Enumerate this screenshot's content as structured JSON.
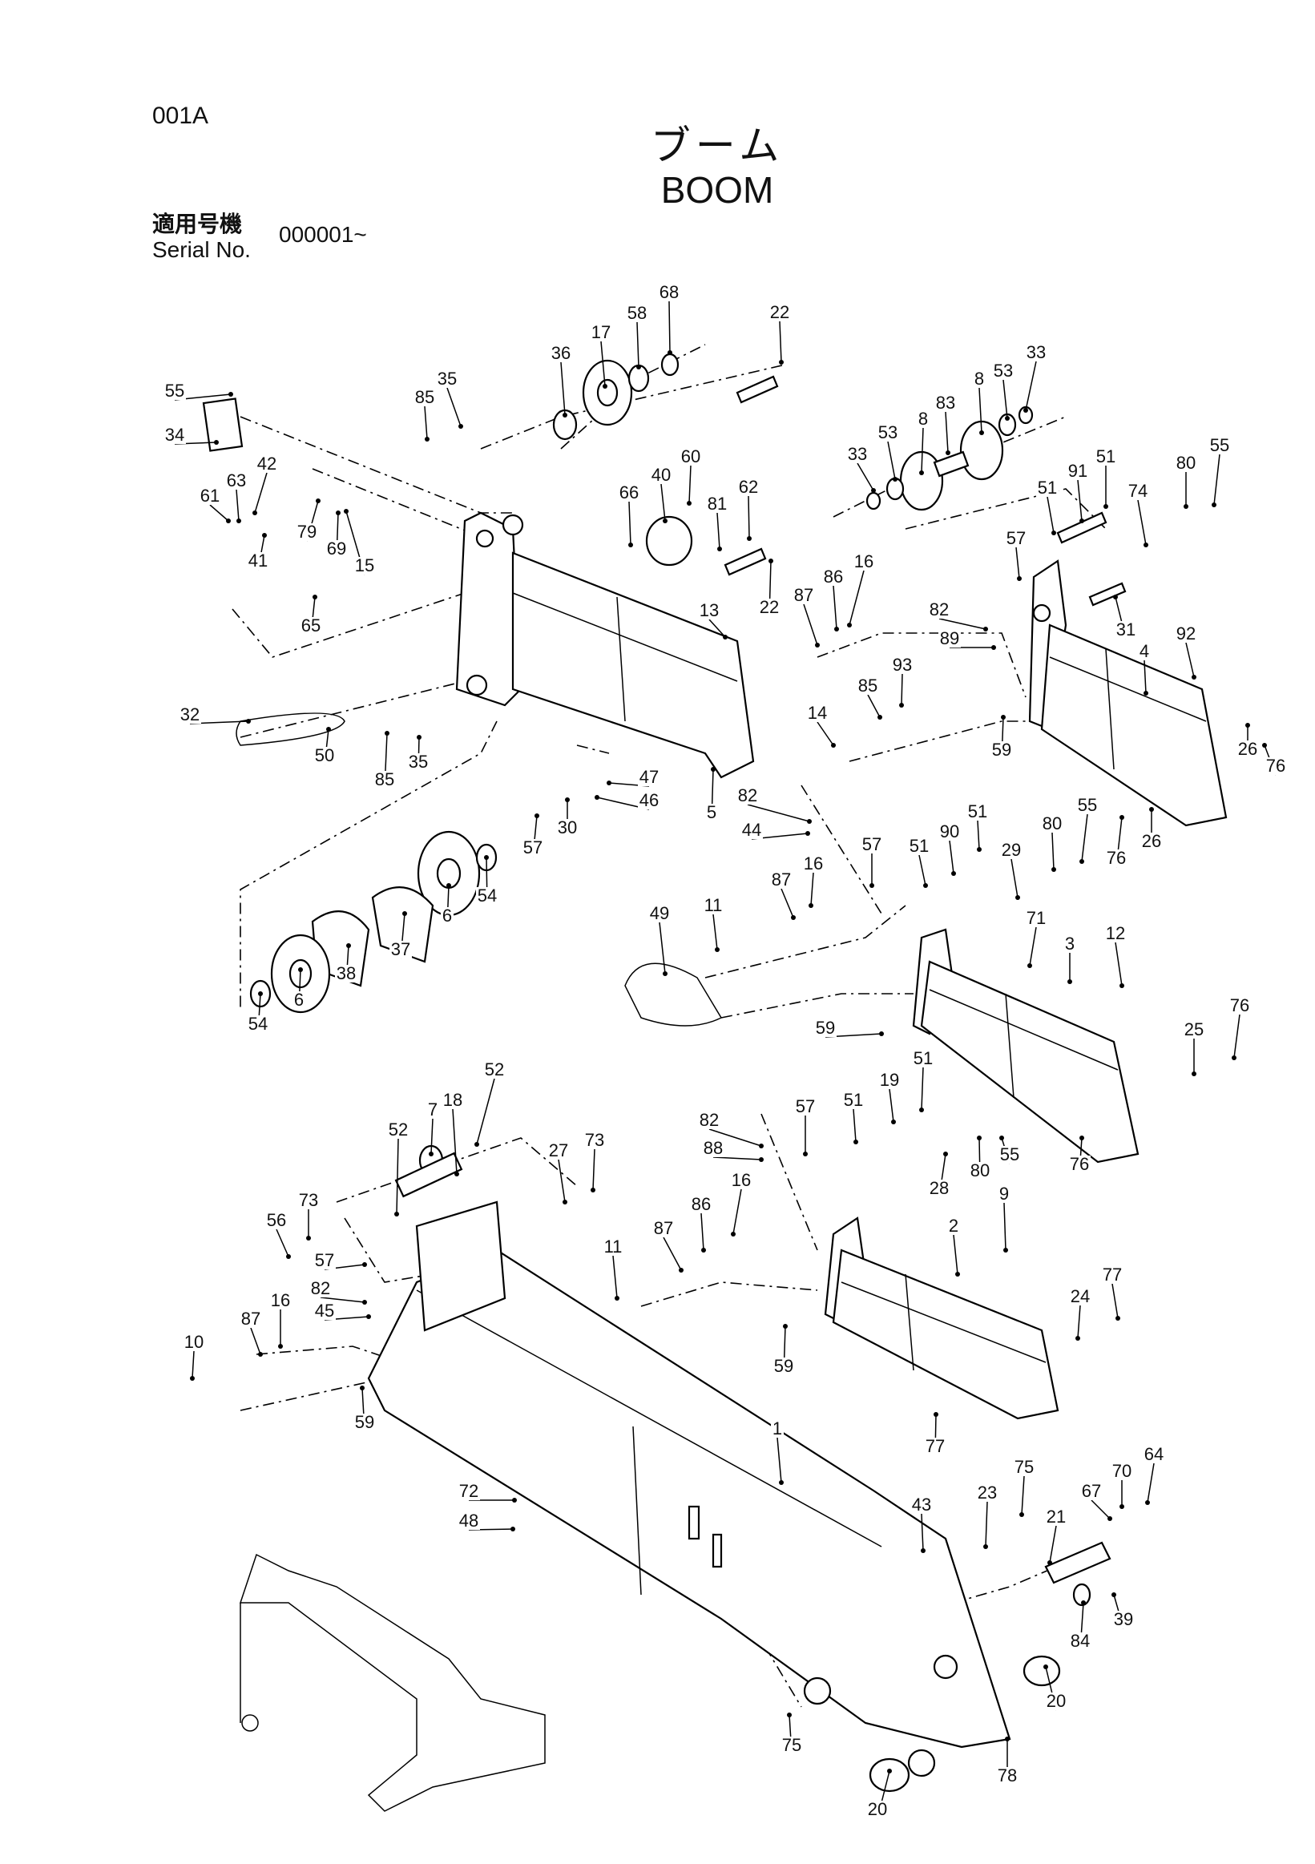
{
  "header": {
    "code": "001A",
    "title_ja": "ブーム",
    "title_en": "BOOM",
    "serial_label_ja": "適用号機",
    "serial_label_en": "Serial No.",
    "serial_value": "000001~"
  },
  "callouts": [
    {
      "n": "55",
      "t": [
        218,
        495
      ],
      "p": [
        288,
        492
      ]
    },
    {
      "n": "34",
      "t": [
        218,
        550
      ],
      "p": [
        270,
        552
      ]
    },
    {
      "n": "35",
      "t": [
        558,
        480
      ],
      "p": [
        575,
        532
      ]
    },
    {
      "n": "85",
      "t": [
        530,
        503
      ],
      "p": [
        533,
        548
      ]
    },
    {
      "n": "36",
      "t": [
        700,
        448
      ],
      "p": [
        705,
        518
      ]
    },
    {
      "n": "17",
      "t": [
        750,
        422
      ],
      "p": [
        755,
        482
      ]
    },
    {
      "n": "58",
      "t": [
        795,
        398
      ],
      "p": [
        797,
        458
      ]
    },
    {
      "n": "68",
      "t": [
        835,
        372
      ],
      "p": [
        836,
        440
      ]
    },
    {
      "n": "22",
      "t": [
        973,
        397
      ],
      "p": [
        975,
        452
      ]
    },
    {
      "n": "61",
      "t": [
        262,
        626
      ],
      "p": [
        285,
        650
      ]
    },
    {
      "n": "63",
      "t": [
        295,
        607
      ],
      "p": [
        298,
        650
      ]
    },
    {
      "n": "42",
      "t": [
        333,
        586
      ],
      "p": [
        318,
        640
      ]
    },
    {
      "n": "41",
      "t": [
        322,
        707
      ],
      "p": [
        330,
        668
      ]
    },
    {
      "n": "79",
      "t": [
        383,
        671
      ],
      "p": [
        397,
        625
      ]
    },
    {
      "n": "69",
      "t": [
        420,
        692
      ],
      "p": [
        422,
        640
      ]
    },
    {
      "n": "15",
      "t": [
        455,
        713
      ],
      "p": [
        432,
        638
      ]
    },
    {
      "n": "66",
      "t": [
        785,
        622
      ],
      "p": [
        787,
        680
      ]
    },
    {
      "n": "40",
      "t": [
        825,
        600
      ],
      "p": [
        830,
        650
      ]
    },
    {
      "n": "60",
      "t": [
        862,
        577
      ],
      "p": [
        860,
        628
      ]
    },
    {
      "n": "62",
      "t": [
        934,
        615
      ],
      "p": [
        935,
        672
      ]
    },
    {
      "n": "81",
      "t": [
        895,
        636
      ],
      "p": [
        898,
        685
      ]
    },
    {
      "n": "22",
      "t": [
        960,
        765
      ],
      "p": [
        962,
        700
      ]
    },
    {
      "n": "65",
      "t": [
        388,
        788
      ],
      "p": [
        393,
        745
      ]
    },
    {
      "n": "13",
      "t": [
        885,
        769
      ],
      "p": [
        905,
        795
      ]
    },
    {
      "n": "32",
      "t": [
        237,
        899
      ],
      "p": [
        310,
        900
      ]
    },
    {
      "n": "50",
      "t": [
        405,
        950
      ],
      "p": [
        410,
        910
      ]
    },
    {
      "n": "85",
      "t": [
        480,
        980
      ],
      "p": [
        483,
        915
      ]
    },
    {
      "n": "35",
      "t": [
        522,
        958
      ],
      "p": [
        523,
        920
      ]
    },
    {
      "n": "47",
      "t": [
        810,
        977
      ],
      "p": [
        760,
        977
      ]
    },
    {
      "n": "46",
      "t": [
        810,
        1006
      ],
      "p": [
        745,
        995
      ]
    },
    {
      "n": "30",
      "t": [
        708,
        1040
      ],
      "p": [
        708,
        998
      ]
    },
    {
      "n": "57",
      "t": [
        665,
        1065
      ],
      "p": [
        670,
        1018
      ]
    },
    {
      "n": "5",
      "t": [
        888,
        1021
      ],
      "p": [
        890,
        960
      ]
    },
    {
      "n": "54",
      "t": [
        608,
        1125
      ],
      "p": [
        607,
        1070
      ]
    },
    {
      "n": "6",
      "t": [
        558,
        1150
      ],
      "p": [
        560,
        1105
      ]
    },
    {
      "n": "37",
      "t": [
        500,
        1192
      ],
      "p": [
        505,
        1140
      ]
    },
    {
      "n": "38",
      "t": [
        432,
        1222
      ],
      "p": [
        435,
        1180
      ]
    },
    {
      "n": "6",
      "t": [
        373,
        1255
      ],
      "p": [
        375,
        1210
      ]
    },
    {
      "n": "54",
      "t": [
        322,
        1285
      ],
      "p": [
        325,
        1240
      ]
    },
    {
      "n": "33",
      "t": [
        1293,
        447
      ],
      "p": [
        1280,
        512
      ]
    },
    {
      "n": "53",
      "t": [
        1252,
        470
      ],
      "p": [
        1257,
        522
      ]
    },
    {
      "n": "8",
      "t": [
        1222,
        480
      ],
      "p": [
        1225,
        540
      ]
    },
    {
      "n": "83",
      "t": [
        1180,
        510
      ],
      "p": [
        1183,
        565
      ]
    },
    {
      "n": "53",
      "t": [
        1108,
        547
      ],
      "p": [
        1117,
        598
      ]
    },
    {
      "n": "8",
      "t": [
        1152,
        530
      ],
      "p": [
        1150,
        590
      ]
    },
    {
      "n": "33",
      "t": [
        1070,
        574
      ],
      "p": [
        1090,
        612
      ]
    },
    {
      "n": "51",
      "t": [
        1380,
        577
      ],
      "p": [
        1380,
        632
      ]
    },
    {
      "n": "91",
      "t": [
        1345,
        595
      ],
      "p": [
        1350,
        650
      ]
    },
    {
      "n": "51",
      "t": [
        1307,
        616
      ],
      "p": [
        1315,
        665
      ]
    },
    {
      "n": "80",
      "t": [
        1480,
        585
      ],
      "p": [
        1480,
        632
      ]
    },
    {
      "n": "55",
      "t": [
        1522,
        563
      ],
      "p": [
        1515,
        630
      ]
    },
    {
      "n": "74",
      "t": [
        1420,
        620
      ],
      "p": [
        1430,
        680
      ]
    },
    {
      "n": "57",
      "t": [
        1268,
        679
      ],
      "p": [
        1272,
        722
      ]
    },
    {
      "n": "87",
      "t": [
        1003,
        750
      ],
      "p": [
        1020,
        805
      ]
    },
    {
      "n": "86",
      "t": [
        1040,
        727
      ],
      "p": [
        1044,
        785
      ]
    },
    {
      "n": "16",
      "t": [
        1078,
        708
      ],
      "p": [
        1060,
        780
      ]
    },
    {
      "n": "82",
      "t": [
        1172,
        768
      ],
      "p": [
        1230,
        785
      ]
    },
    {
      "n": "89",
      "t": [
        1185,
        804
      ],
      "p": [
        1240,
        808
      ]
    },
    {
      "n": "31",
      "t": [
        1405,
        793
      ],
      "p": [
        1392,
        745
      ]
    },
    {
      "n": "92",
      "t": [
        1480,
        798
      ],
      "p": [
        1490,
        845
      ]
    },
    {
      "n": "93",
      "t": [
        1126,
        837
      ],
      "p": [
        1125,
        880
      ]
    },
    {
      "n": "85",
      "t": [
        1083,
        863
      ],
      "p": [
        1098,
        895
      ]
    },
    {
      "n": "4",
      "t": [
        1428,
        820
      ],
      "p": [
        1430,
        865
      ]
    },
    {
      "n": "59",
      "t": [
        1250,
        943
      ],
      "p": [
        1252,
        895
      ]
    },
    {
      "n": "14",
      "t": [
        1020,
        897
      ],
      "p": [
        1040,
        930
      ]
    },
    {
      "n": "26",
      "t": [
        1557,
        942
      ],
      "p": [
        1557,
        905
      ]
    },
    {
      "n": "76",
      "t": [
        1592,
        963
      ],
      "p": [
        1578,
        930
      ]
    },
    {
      "n": "76",
      "t": [
        1393,
        1078
      ],
      "p": [
        1400,
        1020
      ]
    },
    {
      "n": "26",
      "t": [
        1437,
        1057
      ],
      "p": [
        1437,
        1010
      ]
    },
    {
      "n": "82",
      "t": [
        933,
        1000
      ],
      "p": [
        1010,
        1025
      ]
    },
    {
      "n": "44",
      "t": [
        938,
        1043
      ],
      "p": [
        1008,
        1040
      ]
    },
    {
      "n": "57",
      "t": [
        1088,
        1061
      ],
      "p": [
        1088,
        1105
      ]
    },
    {
      "n": "51",
      "t": [
        1220,
        1020
      ],
      "p": [
        1222,
        1060
      ]
    },
    {
      "n": "90",
      "t": [
        1185,
        1045
      ],
      "p": [
        1190,
        1090
      ]
    },
    {
      "n": "51",
      "t": [
        1147,
        1063
      ],
      "p": [
        1155,
        1105
      ]
    },
    {
      "n": "80",
      "t": [
        1313,
        1035
      ],
      "p": [
        1315,
        1085
      ]
    },
    {
      "n": "55",
      "t": [
        1357,
        1012
      ],
      "p": [
        1350,
        1075
      ]
    },
    {
      "n": "29",
      "t": [
        1262,
        1068
      ],
      "p": [
        1270,
        1120
      ]
    },
    {
      "n": "16",
      "t": [
        1015,
        1085
      ],
      "p": [
        1012,
        1130
      ]
    },
    {
      "n": "87",
      "t": [
        975,
        1105
      ],
      "p": [
        990,
        1145
      ]
    },
    {
      "n": "11",
      "t": [
        890,
        1137
      ],
      "p": [
        895,
        1185
      ]
    },
    {
      "n": "49",
      "t": [
        823,
        1147
      ],
      "p": [
        830,
        1215
      ]
    },
    {
      "n": "71",
      "t": [
        1293,
        1153
      ],
      "p": [
        1285,
        1205
      ]
    },
    {
      "n": "3",
      "t": [
        1335,
        1185
      ],
      "p": [
        1335,
        1225
      ]
    },
    {
      "n": "12",
      "t": [
        1392,
        1172
      ],
      "p": [
        1400,
        1230
      ]
    },
    {
      "n": "59",
      "t": [
        1030,
        1290
      ],
      "p": [
        1100,
        1290
      ]
    },
    {
      "n": "76",
      "t": [
        1547,
        1262
      ],
      "p": [
        1540,
        1320
      ]
    },
    {
      "n": "25",
      "t": [
        1490,
        1292
      ],
      "p": [
        1490,
        1340
      ]
    },
    {
      "n": "76",
      "t": [
        1347,
        1460
      ],
      "p": [
        1350,
        1420
      ]
    },
    {
      "n": "52",
      "t": [
        617,
        1342
      ],
      "p": [
        595,
        1428
      ]
    },
    {
      "n": "7",
      "t": [
        540,
        1392
      ],
      "p": [
        538,
        1440
      ]
    },
    {
      "n": "18",
      "t": [
        565,
        1380
      ],
      "p": [
        570,
        1465
      ]
    },
    {
      "n": "52",
      "t": [
        497,
        1417
      ],
      "p": [
        495,
        1515
      ]
    },
    {
      "n": "27",
      "t": [
        697,
        1443
      ],
      "p": [
        705,
        1500
      ]
    },
    {
      "n": "73",
      "t": [
        742,
        1430
      ],
      "p": [
        740,
        1485
      ]
    },
    {
      "n": "73",
      "t": [
        385,
        1505
      ],
      "p": [
        385,
        1545
      ]
    },
    {
      "n": "56",
      "t": [
        345,
        1530
      ],
      "p": [
        360,
        1568
      ]
    },
    {
      "n": "57",
      "t": [
        405,
        1580
      ],
      "p": [
        455,
        1578
      ]
    },
    {
      "n": "82",
      "t": [
        400,
        1615
      ],
      "p": [
        455,
        1625
      ]
    },
    {
      "n": "45",
      "t": [
        405,
        1643
      ],
      "p": [
        460,
        1643
      ]
    },
    {
      "n": "16",
      "t": [
        350,
        1630
      ],
      "p": [
        350,
        1680
      ]
    },
    {
      "n": "87",
      "t": [
        313,
        1653
      ],
      "p": [
        325,
        1690
      ]
    },
    {
      "n": "10",
      "t": [
        242,
        1682
      ],
      "p": [
        240,
        1720
      ]
    },
    {
      "n": "59",
      "t": [
        455,
        1782
      ],
      "p": [
        452,
        1732
      ]
    },
    {
      "n": "82",
      "t": [
        885,
        1405
      ],
      "p": [
        950,
        1430
      ]
    },
    {
      "n": "88",
      "t": [
        890,
        1440
      ],
      "p": [
        950,
        1447
      ]
    },
    {
      "n": "57",
      "t": [
        1005,
        1388
      ],
      "p": [
        1005,
        1440
      ]
    },
    {
      "n": "51",
      "t": [
        1152,
        1328
      ],
      "p": [
        1150,
        1385
      ]
    },
    {
      "n": "19",
      "t": [
        1110,
        1355
      ],
      "p": [
        1115,
        1400
      ]
    },
    {
      "n": "51",
      "t": [
        1065,
        1380
      ],
      "p": [
        1068,
        1425
      ]
    },
    {
      "n": "80",
      "t": [
        1223,
        1468
      ],
      "p": [
        1222,
        1420
      ]
    },
    {
      "n": "55",
      "t": [
        1260,
        1448
      ],
      "p": [
        1250,
        1420
      ]
    },
    {
      "n": "28",
      "t": [
        1172,
        1490
      ],
      "p": [
        1180,
        1440
      ]
    },
    {
      "n": "9",
      "t": [
        1253,
        1497
      ],
      "p": [
        1255,
        1560
      ]
    },
    {
      "n": "16",
      "t": [
        925,
        1480
      ],
      "p": [
        915,
        1540
      ]
    },
    {
      "n": "86",
      "t": [
        875,
        1510
      ],
      "p": [
        878,
        1560
      ]
    },
    {
      "n": "87",
      "t": [
        828,
        1540
      ],
      "p": [
        850,
        1585
      ]
    },
    {
      "n": "11",
      "t": [
        765,
        1563
      ],
      "p": [
        770,
        1620
      ]
    },
    {
      "n": "2",
      "t": [
        1190,
        1537
      ],
      "p": [
        1195,
        1590
      ]
    },
    {
      "n": "77",
      "t": [
        1388,
        1598
      ],
      "p": [
        1395,
        1645
      ]
    },
    {
      "n": "24",
      "t": [
        1348,
        1625
      ],
      "p": [
        1345,
        1670
      ]
    },
    {
      "n": "59",
      "t": [
        978,
        1712
      ],
      "p": [
        980,
        1655
      ]
    },
    {
      "n": "77",
      "t": [
        1167,
        1812
      ],
      "p": [
        1168,
        1765
      ]
    },
    {
      "n": "1",
      "t": [
        970,
        1790
      ],
      "p": [
        975,
        1850
      ]
    },
    {
      "n": "72",
      "t": [
        585,
        1868
      ],
      "p": [
        642,
        1872
      ]
    },
    {
      "n": "48",
      "t": [
        585,
        1905
      ],
      "p": [
        640,
        1908
      ]
    },
    {
      "n": "75",
      "t": [
        1278,
        1838
      ],
      "p": [
        1275,
        1890
      ]
    },
    {
      "n": "23",
      "t": [
        1232,
        1870
      ],
      "p": [
        1230,
        1930
      ]
    },
    {
      "n": "64",
      "t": [
        1440,
        1822
      ],
      "p": [
        1432,
        1875
      ]
    },
    {
      "n": "70",
      "t": [
        1400,
        1843
      ],
      "p": [
        1400,
        1880
      ]
    },
    {
      "n": "67",
      "t": [
        1362,
        1868
      ],
      "p": [
        1385,
        1895
      ]
    },
    {
      "n": "21",
      "t": [
        1318,
        1900
      ],
      "p": [
        1310,
        1950
      ]
    },
    {
      "n": "43",
      "t": [
        1150,
        1885
      ],
      "p": [
        1152,
        1935
      ]
    },
    {
      "n": "84",
      "t": [
        1348,
        2055
      ],
      "p": [
        1352,
        2000
      ]
    },
    {
      "n": "39",
      "t": [
        1402,
        2028
      ],
      "p": [
        1390,
        1990
      ]
    },
    {
      "n": "20",
      "t": [
        1318,
        2130
      ],
      "p": [
        1305,
        2080
      ]
    },
    {
      "n": "75",
      "t": [
        988,
        2185
      ],
      "p": [
        985,
        2140
      ]
    },
    {
      "n": "78",
      "t": [
        1257,
        2223
      ],
      "p": [
        1257,
        2170
      ]
    },
    {
      "n": "20",
      "t": [
        1095,
        2265
      ],
      "p": [
        1110,
        2210
      ]
    }
  ]
}
